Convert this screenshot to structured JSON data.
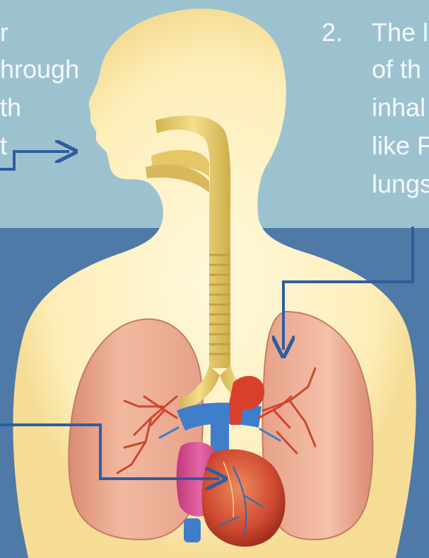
{
  "colors": {
    "upper_background": "#9dc2cf",
    "lower_background": "#4f79a6",
    "text": "#f4f8fb",
    "arrow": "#2f5e9e",
    "body_silhouette": "#fdf0c4",
    "trachea": "#e9cf73",
    "lung": "#eba98f",
    "heart": "#d7573a",
    "vessel_blue": "#3f7ec9",
    "vessel_red": "#d8402c"
  },
  "captions": {
    "left": [
      "r",
      "hrough",
      "th",
      "t"
    ],
    "right_number": "2.",
    "right": [
      "The l",
      "of th",
      "inhal",
      "like F",
      "lungs"
    ]
  },
  "icons": [
    "arrow-to-mouth",
    "arrow-to-lung",
    "arrow-to-heart"
  ]
}
